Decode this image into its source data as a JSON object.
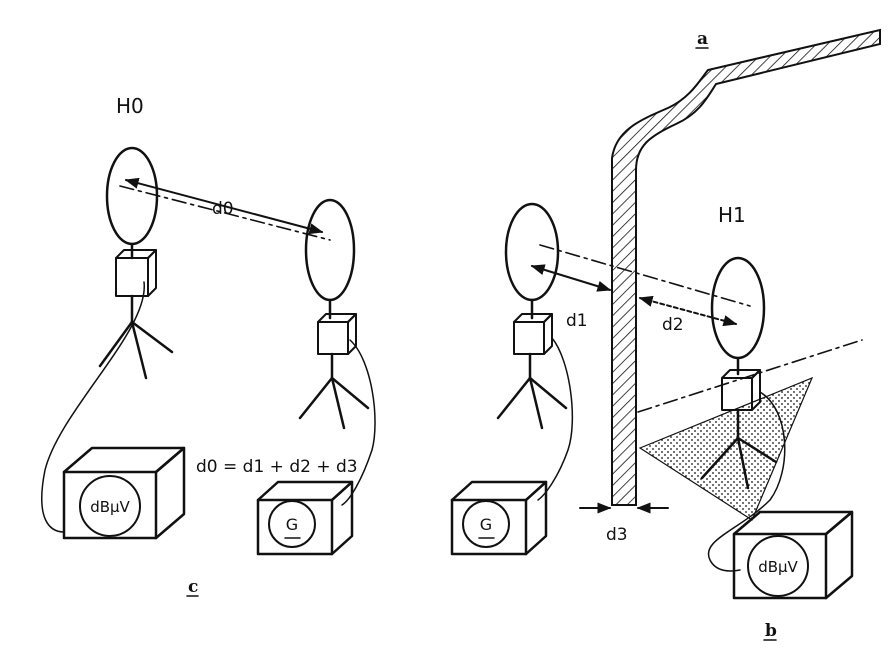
{
  "labels": {
    "H0": "H0",
    "H1": "H1",
    "d0": "d0",
    "d1": "d1",
    "d2": "d2",
    "d3": "d3",
    "equation": "d0 = d1 + d2 + d3",
    "a": "a",
    "b": "b",
    "c": "c"
  },
  "devices": {
    "generator_left": "G",
    "generator_right": "G",
    "meter_left": "dBμV",
    "meter_right": "dBμV"
  },
  "colors": {
    "ink": "#111111",
    "background": "#ffffff"
  }
}
